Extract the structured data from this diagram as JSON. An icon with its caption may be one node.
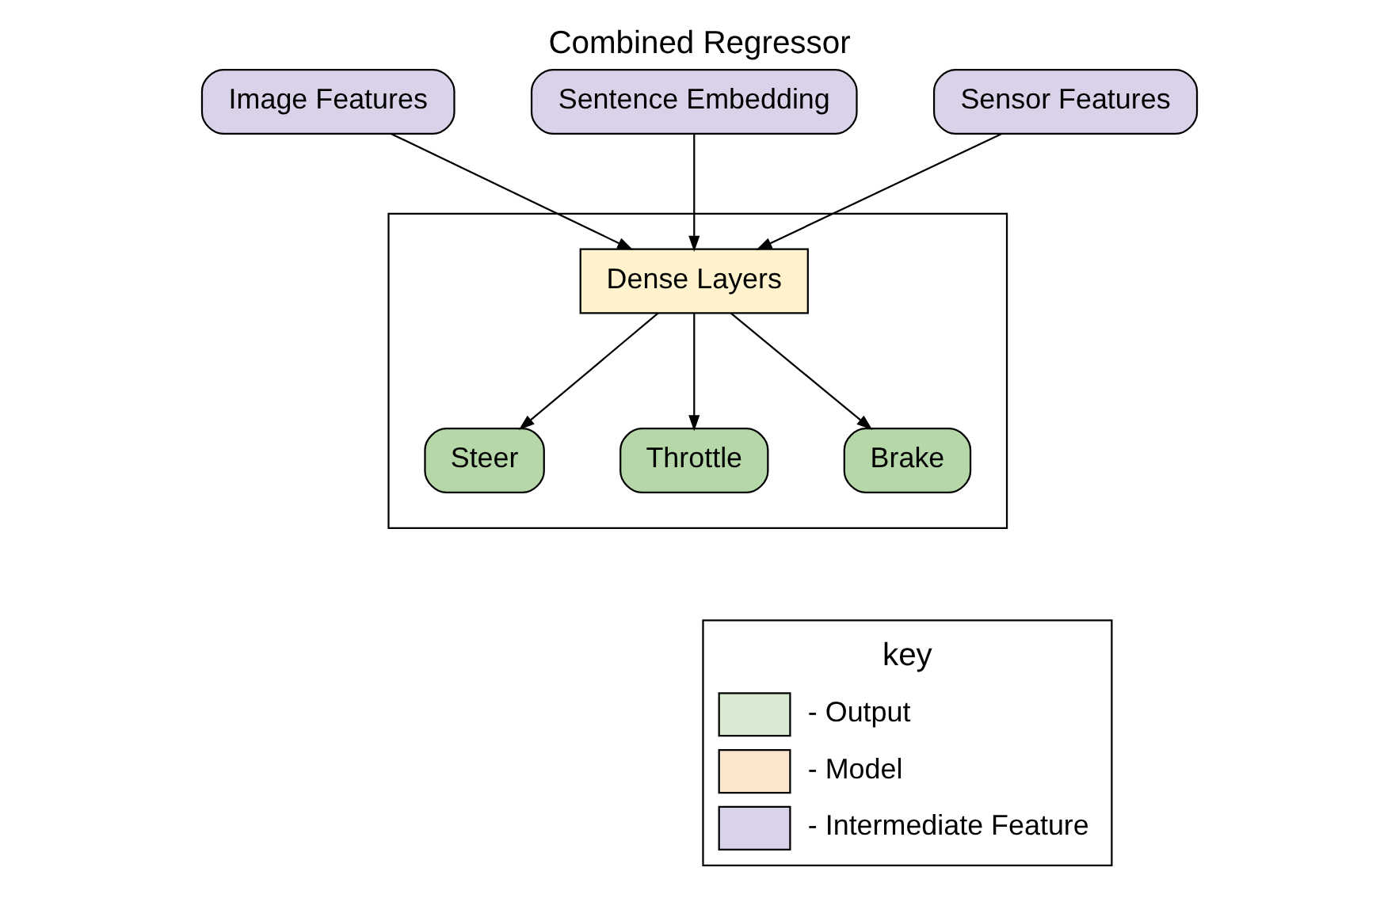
{
  "diagram": {
    "title": "Combined Regressor",
    "nodes": [
      {
        "text": [
          "Image Features"
        ]
      },
      {
        "text": [
          "Sentence Embedding"
        ]
      },
      {
        "text": [
          "Sensor Features"
        ]
      },
      {
        "text": [],
        "shape": "box"
      },
      {
        "text": [
          "Dense Layers"
        ],
        "in": 3
      },
      {
        "text": [
          "Steer"
        ],
        "in": 3
      },
      {
        "text": [
          "Throttle"
        ],
        "in": 3
      },
      {
        "text": [
          "Brake"
        ],
        "in": 3
      }
    ],
    "edges": [
      {
        "from": 0,
        "to": 4,
        "arrow": "to"
      },
      {
        "from": 1,
        "to": 4,
        "arrow": "to"
      },
      {
        "from": 2,
        "to": 4,
        "arrow": "to"
      },
      {
        "from": 4,
        "to": 5,
        "arrow": "to"
      },
      {
        "from": 4,
        "to": 6,
        "arrow": "to"
      },
      {
        "from": 4,
        "to": 7,
        "arrow": "to"
      }
    ],
    "labels": [
      "key"
    ],
    "legend": [
      {
        "text": "- Output",
        "color": "#d9ead3"
      },
      {
        "text": "- Model",
        "color": "#fce5cd"
      },
      {
        "text": "- Intermediate Feature",
        "color": "#d9d2e9"
      }
    ]
  }
}
